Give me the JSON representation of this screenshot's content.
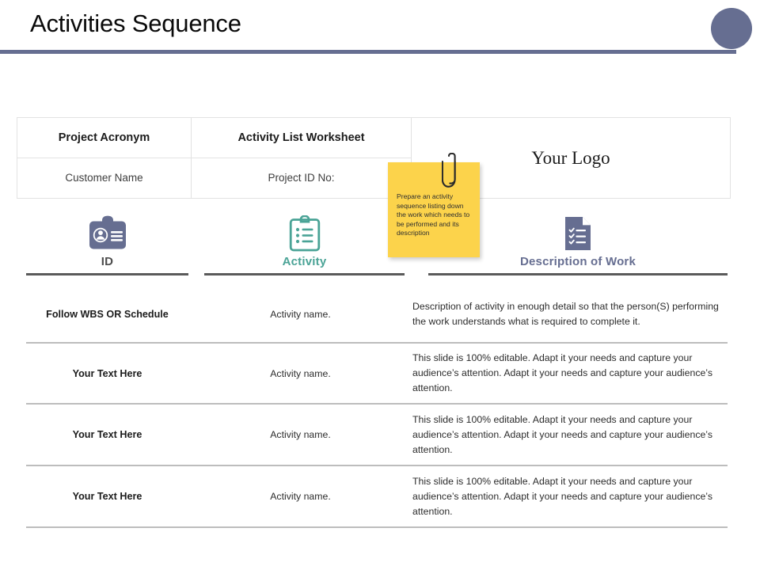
{
  "slide": {
    "title": "Activities Sequence",
    "accent_color": "#666e91",
    "teal_color": "#4aa396",
    "note_color": "#fcd34b"
  },
  "info_table": {
    "row1": {
      "acronym_label": "Project Acronym",
      "worksheet_label": "Activity List Worksheet"
    },
    "row2": {
      "customer_label": "Customer Name",
      "project_id_label": "Project ID No:"
    },
    "logo_label": "Your Logo"
  },
  "sticky_note": {
    "text": "Prepare an activity sequence listing down the work which needs to be performed and its description"
  },
  "columns": [
    {
      "label": "ID",
      "icon": "id-badge-icon",
      "color": "#4d4d4d"
    },
    {
      "label": "Activity",
      "icon": "clipboard-checklist-icon",
      "color": "#4aa396"
    },
    {
      "label": "Description of Work",
      "icon": "document-checklist-icon",
      "color": "#666e91"
    }
  ],
  "rows": [
    {
      "id": "Follow WBS OR Schedule",
      "activity": "Activity name.",
      "description": "Description of activity in enough detail so that the person(S) performing the work understands what is required to complete it."
    },
    {
      "id": "Your Text Here",
      "activity": "Activity name.",
      "description": "This slide is 100% editable. Adapt it your needs and capture your audience’s attention. Adapt it your needs and capture your audience’s attention."
    },
    {
      "id": "Your Text Here",
      "activity": "Activity name.",
      "description": "This slide is 100% editable. Adapt it your needs and capture your audience’s attention. Adapt it your needs and capture your audience’s attention."
    },
    {
      "id": "Your Text Here",
      "activity": "Activity name.",
      "description": "This slide is 100% editable. Adapt it your needs and capture your audience’s attention. Adapt it your needs and capture your audience’s attention."
    }
  ]
}
